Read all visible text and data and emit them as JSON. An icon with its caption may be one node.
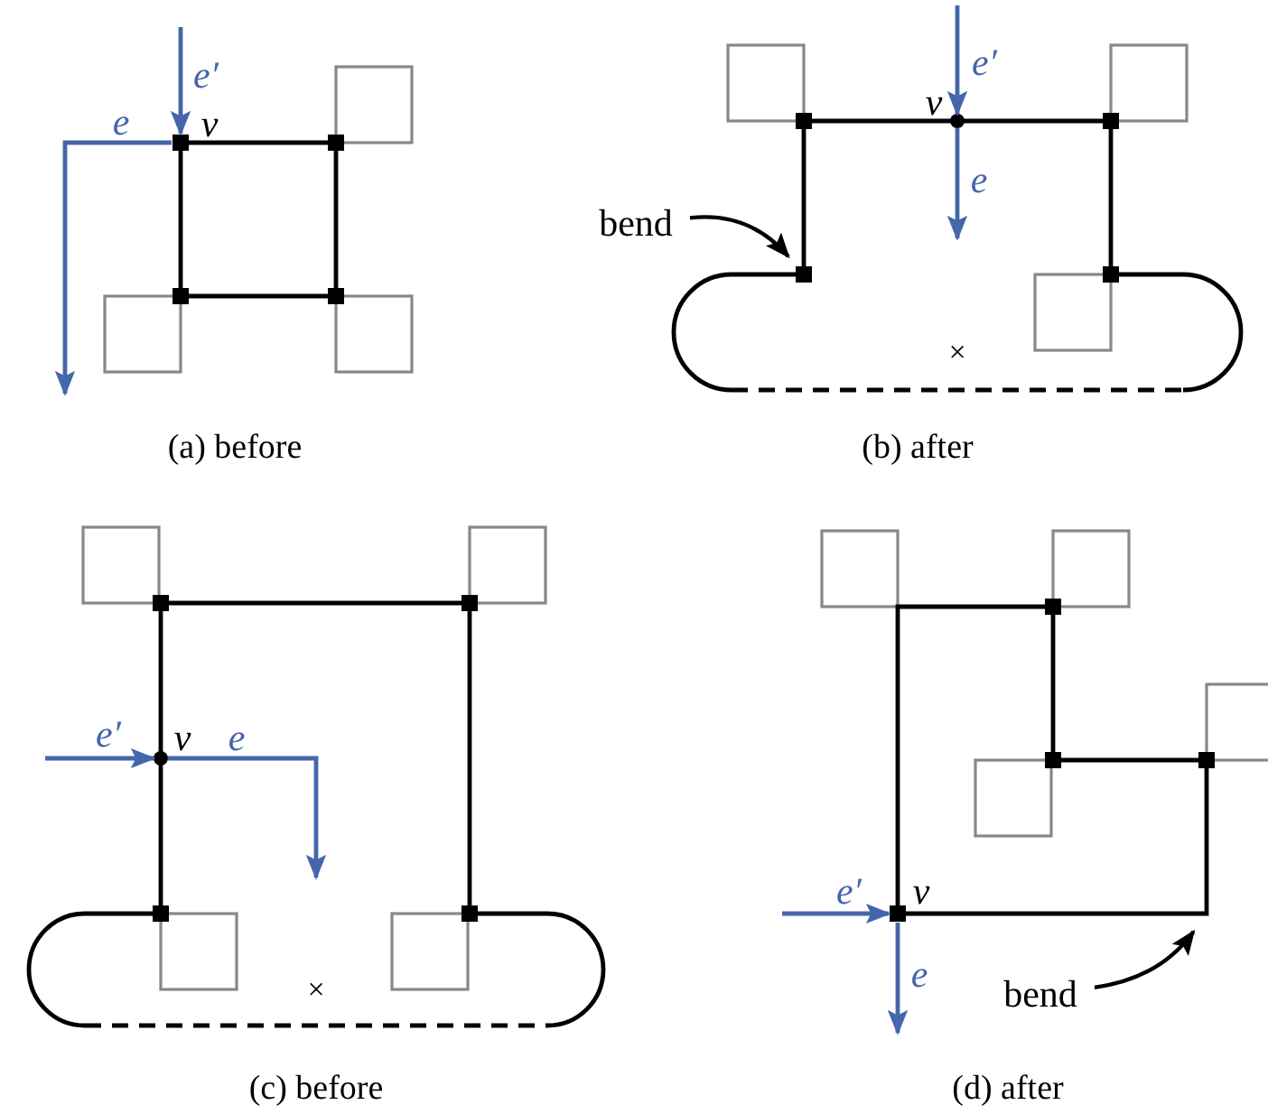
{
  "diagram": {
    "nodes": [
      {
        "text": [],
        "shape": "box",
        "beside": [
          "v"
        ]
      },
      {
        "text": [],
        "shape": "circle",
        "beside": [
          "v"
        ]
      },
      {
        "text": [
          "bend"
        ]
      },
      {
        "text": [],
        "shape": "box"
      },
      {
        "text": [],
        "shape": "circle",
        "beside": [
          "v"
        ]
      },
      {
        "text": [],
        "shape": "box",
        "beside": [
          "v"
        ]
      },
      {
        "text": [
          "bend"
        ]
      },
      {
        "text": [],
        "shape": "line"
      }
    ],
    "edges": [
      {
        "from": null,
        "to": 0,
        "arrow": "to",
        "label": "e′"
      },
      {
        "from": 0,
        "to": null,
        "arrow": "to",
        "label": "e"
      },
      {
        "from": null,
        "to": 1,
        "arrow": "to",
        "label": "e′"
      },
      {
        "from": 1,
        "to": null,
        "arrow": "to",
        "label": "e"
      },
      {
        "from": 2,
        "to": 3,
        "arrow": "to",
        "color": "#000000"
      },
      {
        "from": null,
        "to": 4,
        "arrow": "to",
        "label": "e′"
      },
      {
        "from": 4,
        "to": null,
        "arrow": "to",
        "label": "e"
      },
      {
        "from": null,
        "to": 5,
        "arrow": "to",
        "label": "e′"
      },
      {
        "from": 5,
        "to": null,
        "arrow": "to",
        "label": "e"
      },
      {
        "from": 6,
        "to": 7,
        "arrow": "to",
        "color": "#000000"
      }
    ],
    "labels": [
      "(a) before",
      "×",
      "(b) after",
      "×",
      "(c) before",
      "(d) after"
    ]
  }
}
